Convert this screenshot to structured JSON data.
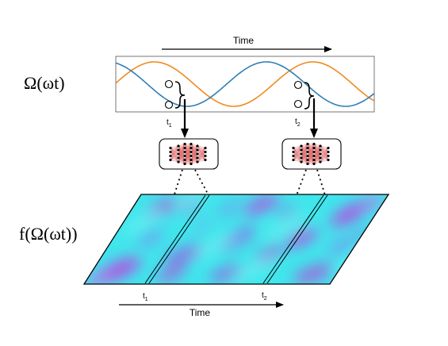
{
  "labels": {
    "omega": "Ω(ωt)",
    "f_omega": "f(Ω(ωt))",
    "time_top": "Time",
    "time_bottom": "Time",
    "t1_top_base": "t",
    "t1_top_sub": "1",
    "t2_top_base": "t",
    "t2_top_sub": "2",
    "t1_bottom_base": "t",
    "t1_bottom_sub": "1",
    "t2_bottom_base": "t",
    "t2_bottom_sub": "2"
  },
  "colors": {
    "wave_blue": "#2f7fb5",
    "wave_orange": "#f08a20",
    "field_cyan": "#3fe6ec",
    "field_magenta": "#c23ce0",
    "network_edges": "#e07070",
    "black": "#000000"
  },
  "icons": [
    "neural-network-icon",
    "brace-icon",
    "arrow-icon"
  ]
}
